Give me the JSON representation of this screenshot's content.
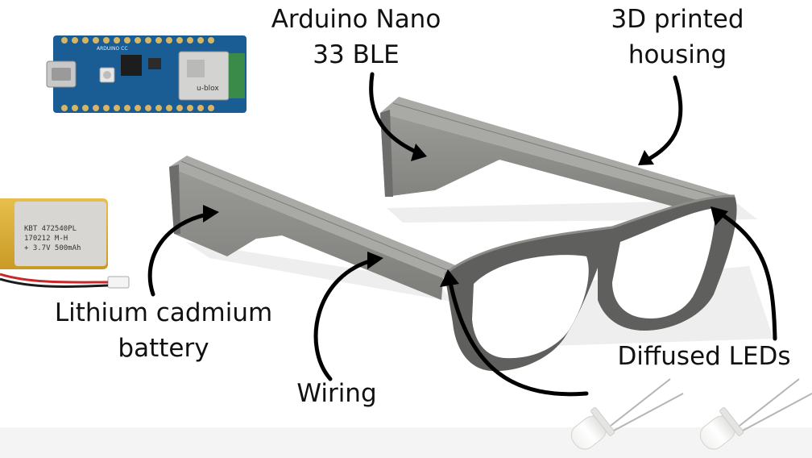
{
  "labels": {
    "arduino": [
      "Arduino Nano",
      "33 BLE"
    ],
    "housing": [
      "3D printed",
      "housing"
    ],
    "battery": [
      "Lithium cadmium",
      "battery"
    ],
    "wiring": "Wiring",
    "leds": "Diffused LEDs"
  },
  "arduino_board": {
    "silkscreen": "ARDUINO CC",
    "chip_brand": "u-blox"
  },
  "battery_cell": {
    "lines": [
      "KBT 472540PL",
      "170212 M-H",
      "+ 3.7V 500mAh"
    ]
  },
  "colors": {
    "frame_face": "#8c8c8a",
    "frame_top": "#a9a9a6",
    "frame_dark": "#5e5e5c",
    "board_blue": "#1a5c94",
    "battery_yellow": "#e2b33a",
    "arrow": "#000000"
  }
}
